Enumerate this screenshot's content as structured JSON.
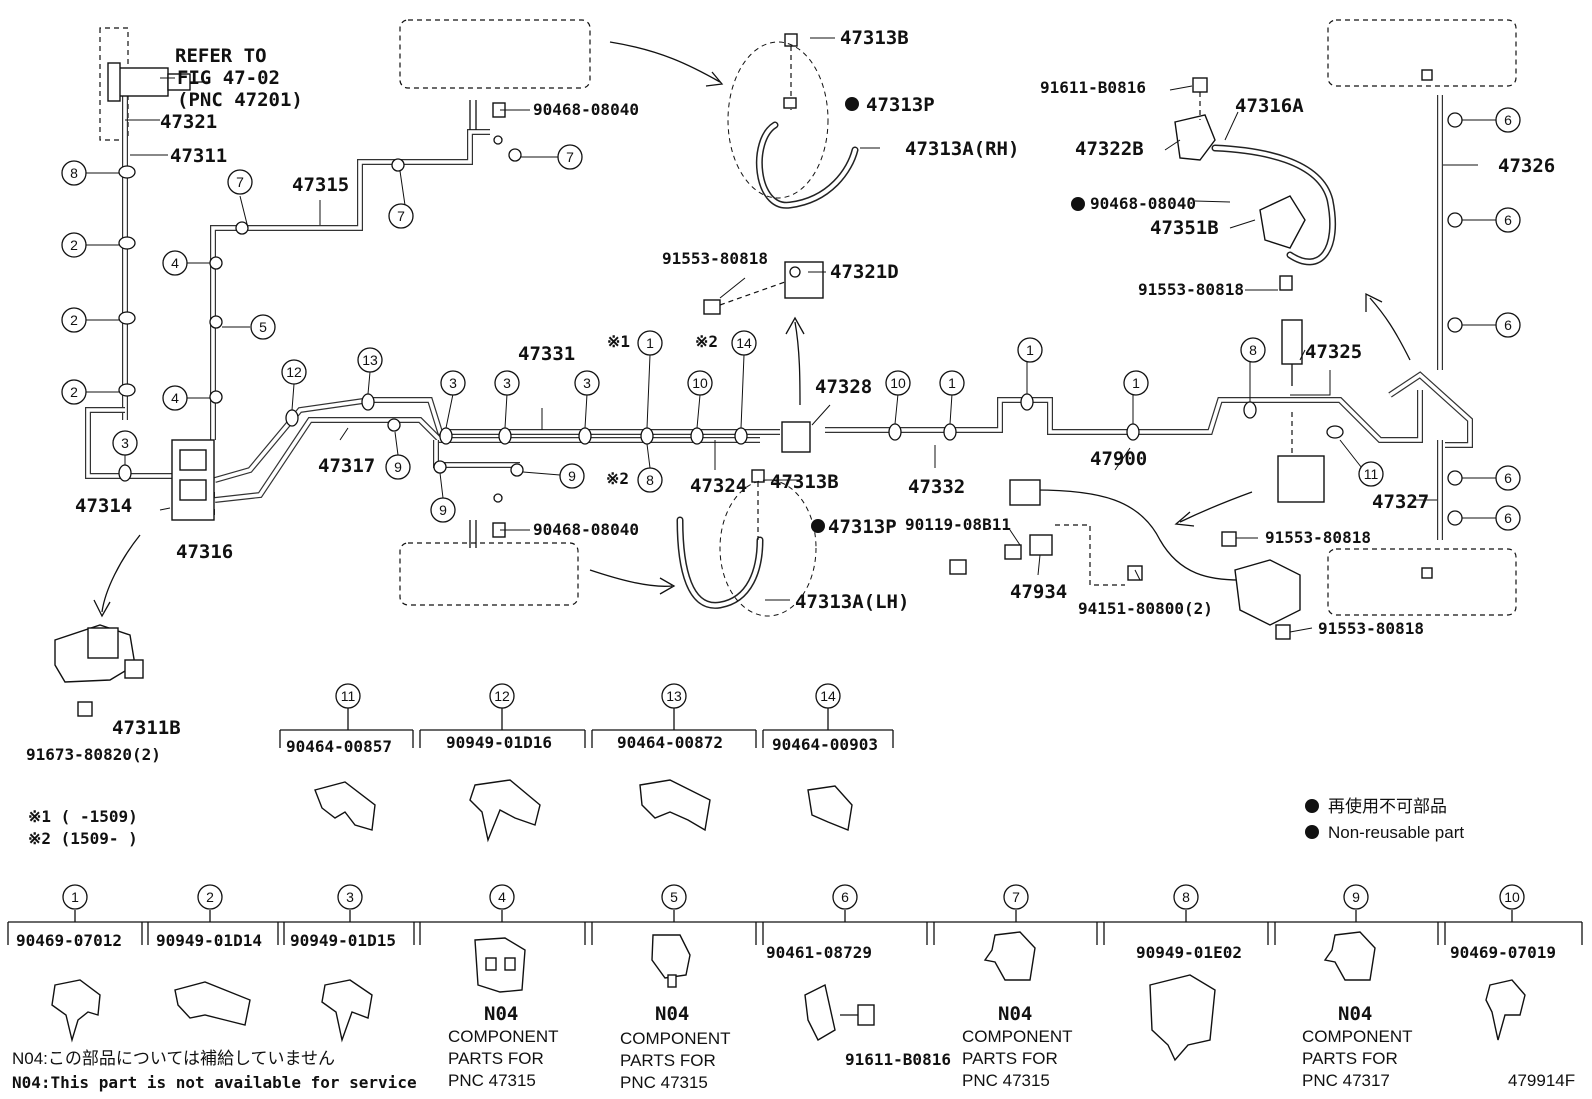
{
  "figure_id": "479914F",
  "refer_note": [
    "REFER TO",
    "FIG 47-02",
    "(PNC 47201)"
  ],
  "parts": {
    "p47313B_a": "47313B",
    "p47313P_a": "47313P",
    "p47313A_rh": "47313A(RH)",
    "p47321": "47321",
    "p47311": "47311",
    "p47315": "47315",
    "p90468_a": "90468-08040",
    "p90468_b": "90468-08040",
    "p90468_c": "90468-08040",
    "p91553_a": "91553-80818",
    "p47321D": "47321D",
    "p47331": "47331",
    "p47317": "47317",
    "p47328": "47328",
    "p47324": "47324",
    "p47313B_b": "47313B",
    "p47313P_b": "47313P",
    "p47313A_lh": "47313A(LH)",
    "p47332": "47332",
    "p47900": "47900",
    "p90119": "90119-08B11",
    "p47934": "47934",
    "p94151": "94151-80800(2)",
    "p47314": "47314",
    "p47316": "47316",
    "p47311B": "47311B",
    "p91673": "91673-80820(2)",
    "p91611_a": "91611-B0816",
    "p47316A": "47316A",
    "p47322B": "47322B",
    "p47351B": "47351B",
    "p91553_b": "91553-80818",
    "p47325": "47325",
    "p47326": "47326",
    "p47327": "47327",
    "p91553_c": "91553-80818",
    "p91553_d": "91553-80818"
  },
  "marks": {
    "m1": "※1",
    "m2a": "※2",
    "m2b": "※2"
  },
  "notes": {
    "n1": "※1 (       -1509)",
    "n2": "※2 (1509-       )"
  },
  "legend": {
    "jp": "再使用不可部品",
    "en": "Non-reusable part"
  },
  "clip_table_top": [
    {
      "num": "11",
      "pn": "90464-00857"
    },
    {
      "num": "12",
      "pn": "90949-01D16"
    },
    {
      "num": "13",
      "pn": "90464-00872"
    },
    {
      "num": "14",
      "pn": "90464-00903"
    }
  ],
  "clip_table_bottom": [
    {
      "num": "1",
      "pn": "90469-07012"
    },
    {
      "num": "2",
      "pn": "90949-01D14"
    },
    {
      "num": "3",
      "pn": "90949-01D15"
    },
    {
      "num": "4",
      "code": "N04",
      "c1": "COMPONENT",
      "c2": "PARTS FOR",
      "c3": "PNC 47315"
    },
    {
      "num": "5",
      "code": "N04",
      "c1": "COMPONENT",
      "c2": "PARTS FOR",
      "c3": "PNC 47315"
    },
    {
      "num": "6",
      "pn": "90461-08729",
      "extra": "91611-B0816"
    },
    {
      "num": "7",
      "code": "N04",
      "c1": "COMPONENT",
      "c2": "PARTS FOR",
      "c3": "PNC 47315"
    },
    {
      "num": "8",
      "pn": "90949-01E02"
    },
    {
      "num": "9",
      "code": "N04",
      "c1": "COMPONENT",
      "c2": "PARTS FOR",
      "c3": "PNC 47317"
    },
    {
      "num": "10",
      "pn": "90469-07019"
    }
  ],
  "footnotes": {
    "jp": "N04:この部品については補給していません",
    "en": "N04:This part is not available for service"
  },
  "callouts": {
    "c8a": "8",
    "c2a": "2",
    "c2b": "2",
    "c2c": "2",
    "c3a": "3",
    "c7a": "7",
    "c7b": "7",
    "c7c": "7",
    "c4a": "4",
    "c5a": "5",
    "c4b": "4",
    "c12": "12",
    "c13": "13",
    "c3b": "3",
    "c3c": "3",
    "c3d": "3",
    "c1a": "1",
    "c10a": "10",
    "c14": "14",
    "c9a": "9",
    "c9b": "9",
    "c9c": "9",
    "c8b": "8",
    "c10b": "10",
    "c1b": "1",
    "c1c": "1",
    "c1d": "1",
    "c8c": "8",
    "c11": "11",
    "c6a": "6",
    "c6b": "6",
    "c6c": "6",
    "c6d": "6",
    "c6e": "6"
  }
}
